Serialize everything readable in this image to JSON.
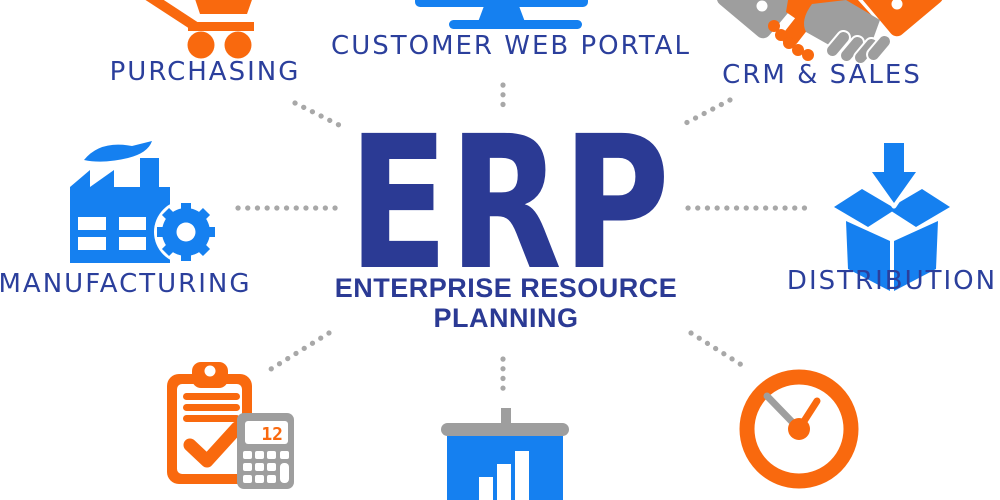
{
  "center": {
    "title": "ERP",
    "subtitle_line1": "ENTERPRISE RESOURCE",
    "subtitle_line2": "PLANNING"
  },
  "modules": {
    "purchasing": {
      "label": "PURCHASING",
      "icon": "shopping-cart-icon",
      "icon_color": "#F9690E"
    },
    "customer_web_portal": {
      "label": "CUSTOMER WEB PORTAL",
      "icon": "monitor-icon",
      "icon_color": "#1580F0"
    },
    "crm_sales": {
      "label": "CRM & SALES",
      "icon": "handshake-icon",
      "icon_colors": [
        "#F9690E",
        "#9E9E9E"
      ]
    },
    "manufacturing": {
      "label": "MANUFACTURING",
      "icon": "factory-icon",
      "icon_color": "#1580F0"
    },
    "distribution": {
      "label": "DISTRIBUTION",
      "icon": "box-arrow-icon",
      "icon_color": "#1580F0"
    },
    "clipboard_calculator": {
      "label": "",
      "icon": "clipboard-calculator-icon",
      "icon_colors": [
        "#F9690E",
        "#9E9E9E"
      ]
    },
    "presentation_chart": {
      "label": "",
      "icon": "presentation-chart-icon",
      "icon_colors": [
        "#1580F0",
        "#9E9E9E"
      ]
    },
    "clock": {
      "label": "",
      "icon": "clock-icon",
      "icon_colors": [
        "#F9690E",
        "#9E9E9E"
      ]
    }
  },
  "calculator": {
    "display": "12"
  },
  "colors": {
    "orange": "#F9690E",
    "blue": "#1580F0",
    "navy_title": "#2B3A94",
    "navy_labels": "#2B3F9C",
    "gray_icon": "#9E9E9E",
    "gray_dots": "#A8A8A8",
    "background": "#FFFFFF"
  }
}
